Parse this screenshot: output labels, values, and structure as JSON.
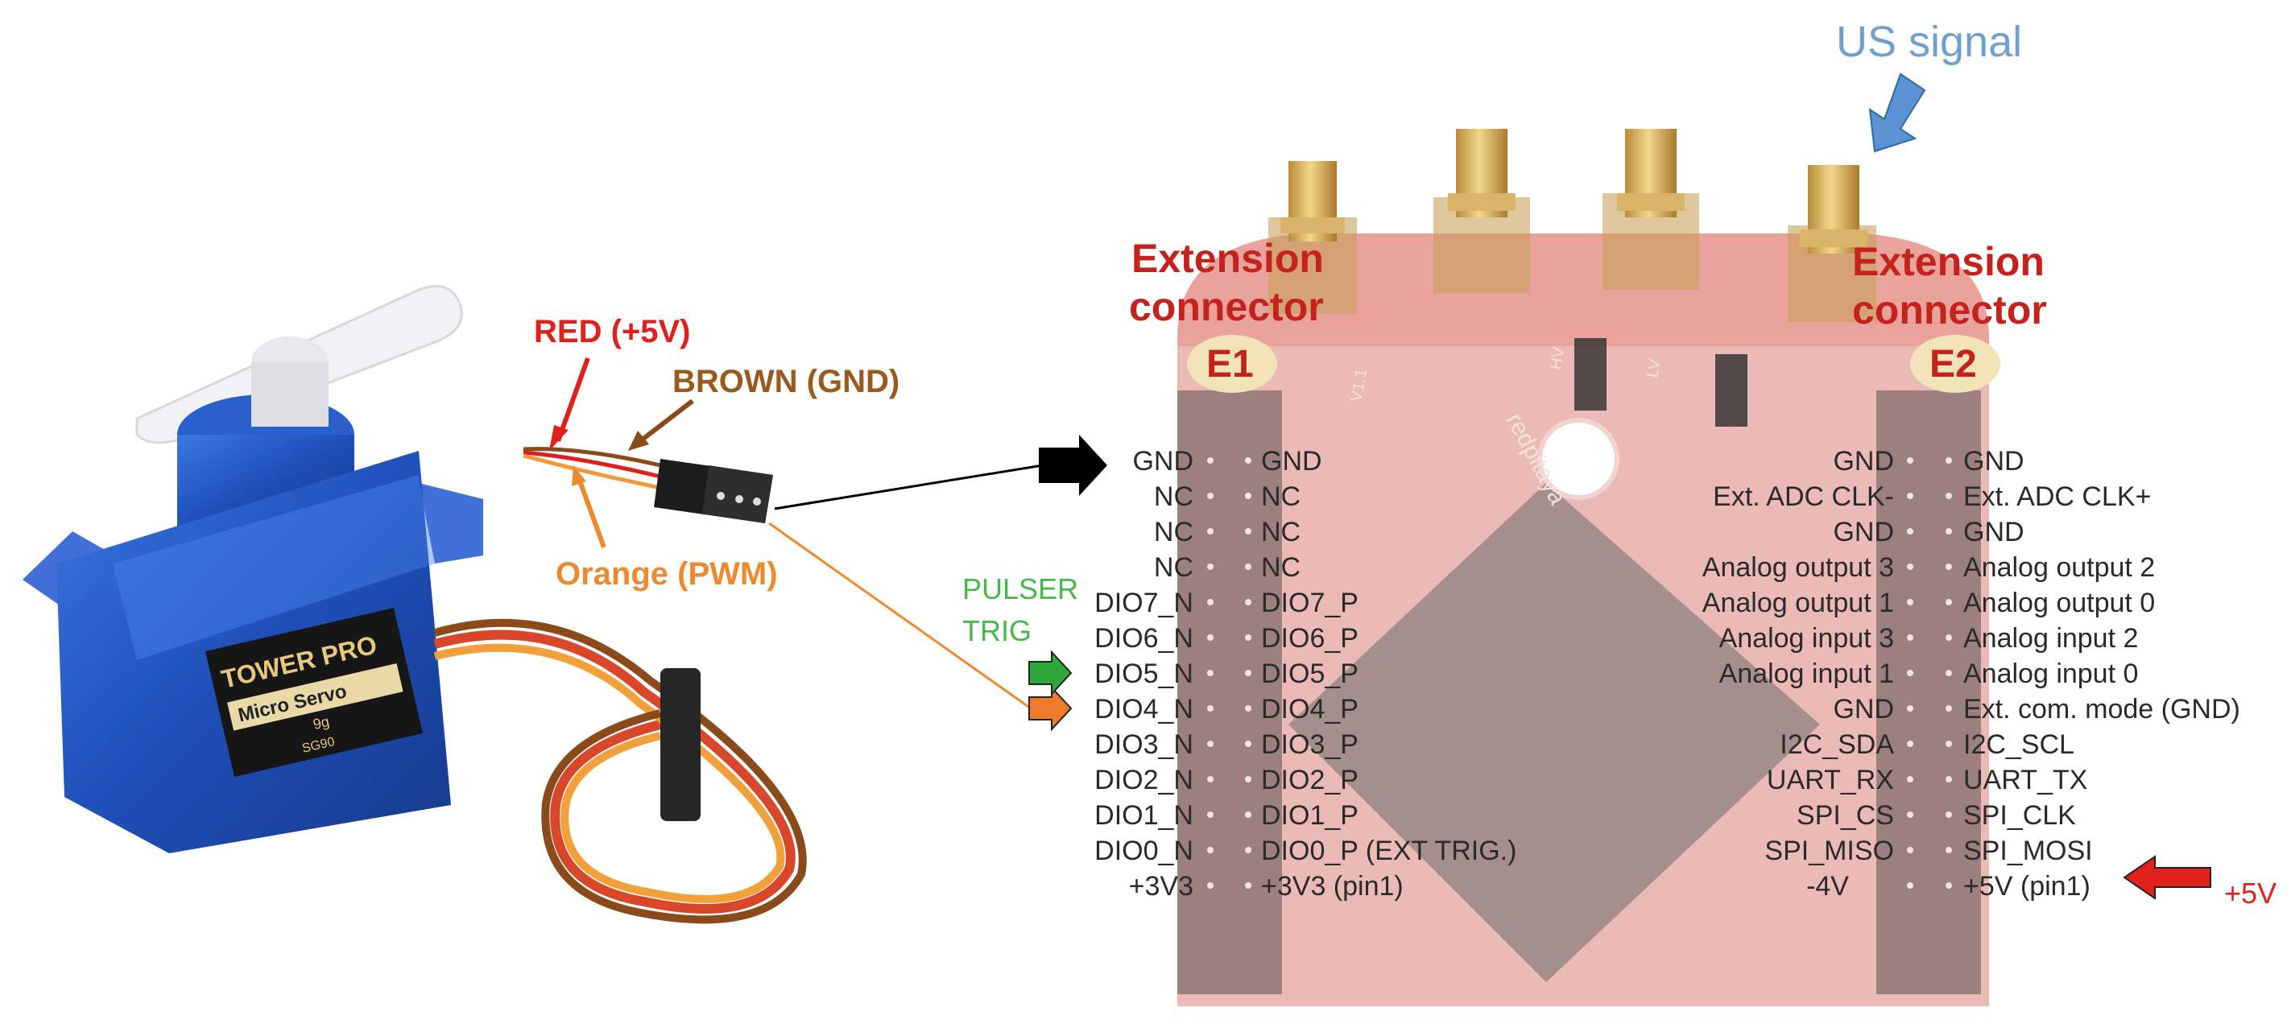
{
  "annotations": {
    "us_signal": "US signal",
    "red_wire": "RED (+5V)",
    "brown_wire": "BROWN (GND)",
    "orange_wire": "Orange (PWM)",
    "pulser_line1": "PULSER",
    "pulser_line2": "TRIG",
    "plus5v": "+5V"
  },
  "servo": {
    "brand": "TOWER PRO",
    "model": "Micro Servo",
    "model_num": "9g",
    "maker": "SG90"
  },
  "connectors": {
    "e1": {
      "title_line1": "Extension",
      "title_line2": "connector",
      "tag": "E1"
    },
    "e2": {
      "title_line1": "Extension",
      "title_line2": "connector",
      "tag": "E2"
    }
  },
  "e1_pins": {
    "left": [
      "GND",
      "NC",
      "NC",
      "NC",
      "DIO7_N",
      "DIO6_N",
      "DIO5_N",
      "DIO4_N",
      "DIO3_N",
      "DIO2_N",
      "DIO1_N",
      "DIO0_N",
      "+3V3"
    ],
    "right": [
      "GND",
      "NC",
      "NC",
      "NC",
      "DIO7_P",
      "DIO6_P",
      "DIO5_P",
      "DIO4_P",
      "DIO3_P",
      "DIO2_P",
      "DIO1_P",
      "DIO0_P (EXT TRIG.)",
      "+3V3 (pin1)"
    ]
  },
  "e2_pins": {
    "left": [
      "GND",
      "Ext. ADC CLK-",
      "GND",
      "Analog output 3",
      "Analog output 1",
      "Analog input 3",
      "Analog input 1",
      "GND",
      "I2C_SDA",
      "UART_RX",
      "SPI_CS",
      "SPI_MISO",
      "-4V"
    ],
    "right": [
      "GND",
      "Ext. ADC CLK+",
      "GND",
      "Analog output 2",
      "Analog output 0",
      "Analog input 2",
      "Analog input 0",
      "Ext. com. mode (GND)",
      "I2C_SCL",
      "UART_TX",
      "SPI_CLK",
      "SPI_MOSI",
      "+5V (pin1)"
    ]
  },
  "board_silkscreen": {
    "logo": "redpitaya",
    "ver": "V1.1",
    "hv": "HV",
    "lv": "LV"
  },
  "colors": {
    "red_label": "#e0201a",
    "brown_label": "#9a5a1c",
    "orange_label": "#ee8a2e",
    "green_label": "#46b84a",
    "blue_label": "#6fa0d0",
    "connector_title": "#c4221c",
    "board_red": "#d95a50"
  }
}
